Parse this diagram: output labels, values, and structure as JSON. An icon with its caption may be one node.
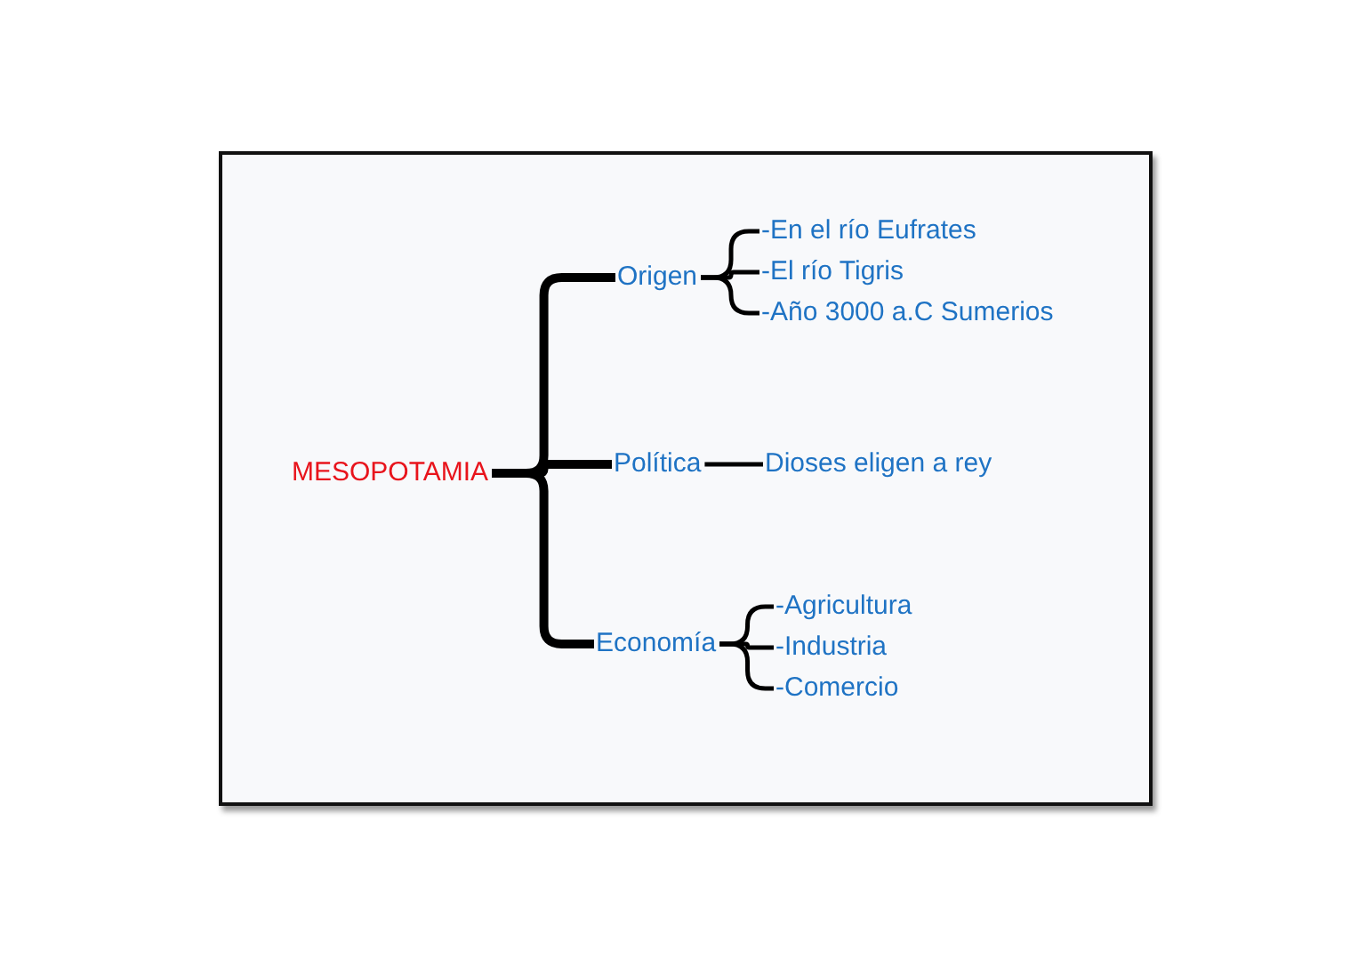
{
  "diagram": {
    "nodes": [
      {
        "text": [
          "MESOPOTAMIA"
        ]
      },
      {
        "text": [
          "Origen"
        ]
      },
      {
        "text": [
          "Política"
        ]
      },
      {
        "text": [
          "Economía"
        ]
      },
      {
        "text": [
          "-En el río Eufrates"
        ]
      },
      {
        "text": [
          "-El río Tigris"
        ]
      },
      {
        "text": [
          "-Año 3000 a.C Sumerios"
        ]
      },
      {
        "text": [
          "Dioses eligen a rey"
        ]
      },
      {
        "text": [
          "-Agricultura"
        ]
      },
      {
        "text": [
          "-Industria"
        ]
      },
      {
        "text": [
          "-Comercio"
        ]
      }
    ],
    "edges": [
      {
        "from": 0,
        "to": 1,
        "arrow": "none",
        "style": "thick"
      },
      {
        "from": 0,
        "to": 2,
        "arrow": "none",
        "style": "thick"
      },
      {
        "from": 0,
        "to": 3,
        "arrow": "none",
        "style": "thick"
      },
      {
        "from": 1,
        "to": 4,
        "arrow": "none"
      },
      {
        "from": 1,
        "to": 5,
        "arrow": "none"
      },
      {
        "from": 1,
        "to": 6,
        "arrow": "none"
      },
      {
        "from": 2,
        "to": 7,
        "arrow": "none"
      },
      {
        "from": 3,
        "to": 8,
        "arrow": "none"
      },
      {
        "from": 3,
        "to": 9,
        "arrow": "none"
      },
      {
        "from": 3,
        "to": 10,
        "arrow": "none"
      }
    ]
  }
}
